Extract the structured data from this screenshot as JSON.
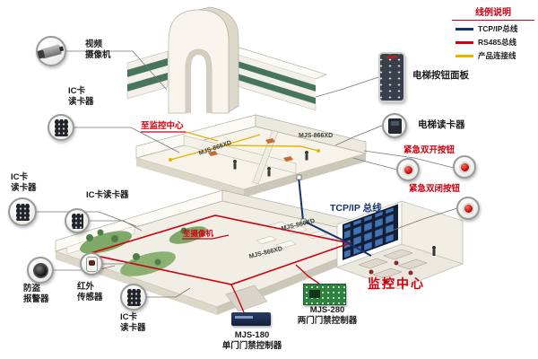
{
  "legend": {
    "title": "线例说明",
    "items": [
      {
        "label": "TCP/IP总线",
        "color": "#16336e"
      },
      {
        "label": "RS485总线",
        "color": "#cc0011"
      },
      {
        "label": "产品连接线",
        "color": "#e6b400"
      }
    ]
  },
  "devices": {
    "video_camera": {
      "line1": "视频",
      "line2": "摄像机"
    },
    "ic_reader_top": {
      "line1": "IC卡",
      "line2": "读卡器"
    },
    "ic_reader_left": {
      "line1": "IC卡",
      "line2": "读卡器"
    },
    "ic_reader_mid": {
      "label": "IC卡读卡器"
    },
    "burglar_alarm": {
      "line1": "防盗",
      "line2": "报警器"
    },
    "infrared_sensor": {
      "line1": "红外",
      "line2": "传感器"
    },
    "ic_reader_bottom": {
      "line1": "IC卡",
      "line2": "读卡器"
    },
    "elevator_button_panel": {
      "label": "电梯按钮面板"
    },
    "elevator_card_reader": {
      "label": "电梯读卡器"
    },
    "emergency_open_button": {
      "label": "紧急双开按钮"
    },
    "emergency_close_button": {
      "label": "紧急双闭按钮"
    }
  },
  "controllers": {
    "mjs180": {
      "model": "MJS-180",
      "name": "单门门禁控制器"
    },
    "mjs280": {
      "model": "MJS-280",
      "name": "两门门禁控制器"
    },
    "mjs866": "MJS-866XD"
  },
  "annotations": {
    "to_monitoring_center": "至监控中心",
    "to_camera": "至摄像机",
    "tcpip_bus": "TCP/IP 总线",
    "monitoring_center": "监控中心"
  }
}
